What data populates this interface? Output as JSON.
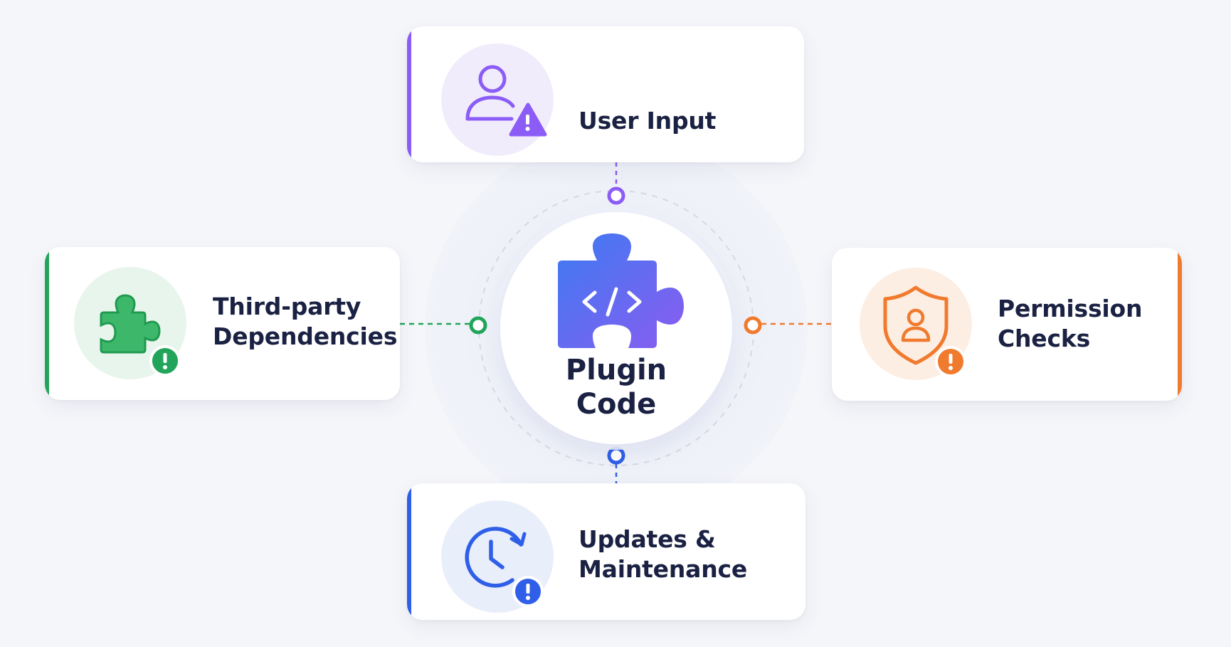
{
  "center": {
    "label": "Plugin\nCode",
    "icon": "puzzle-code-icon",
    "color": "#4f6ef2"
  },
  "nodes": {
    "user_input": {
      "label": "User Input",
      "icon": "user-warning-icon",
      "color": "#8b5cf6"
    },
    "dependencies": {
      "label": "Third-party\nDependencies",
      "icon": "puzzle-warning-icon",
      "color": "#22a55a"
    },
    "permissions": {
      "label": "Permission\nChecks",
      "icon": "shield-user-warning-icon",
      "color": "#f07a2e"
    },
    "updates": {
      "label": "Updates &\nMaintenance",
      "icon": "clock-refresh-warning-icon",
      "color": "#2f5fe8"
    }
  }
}
